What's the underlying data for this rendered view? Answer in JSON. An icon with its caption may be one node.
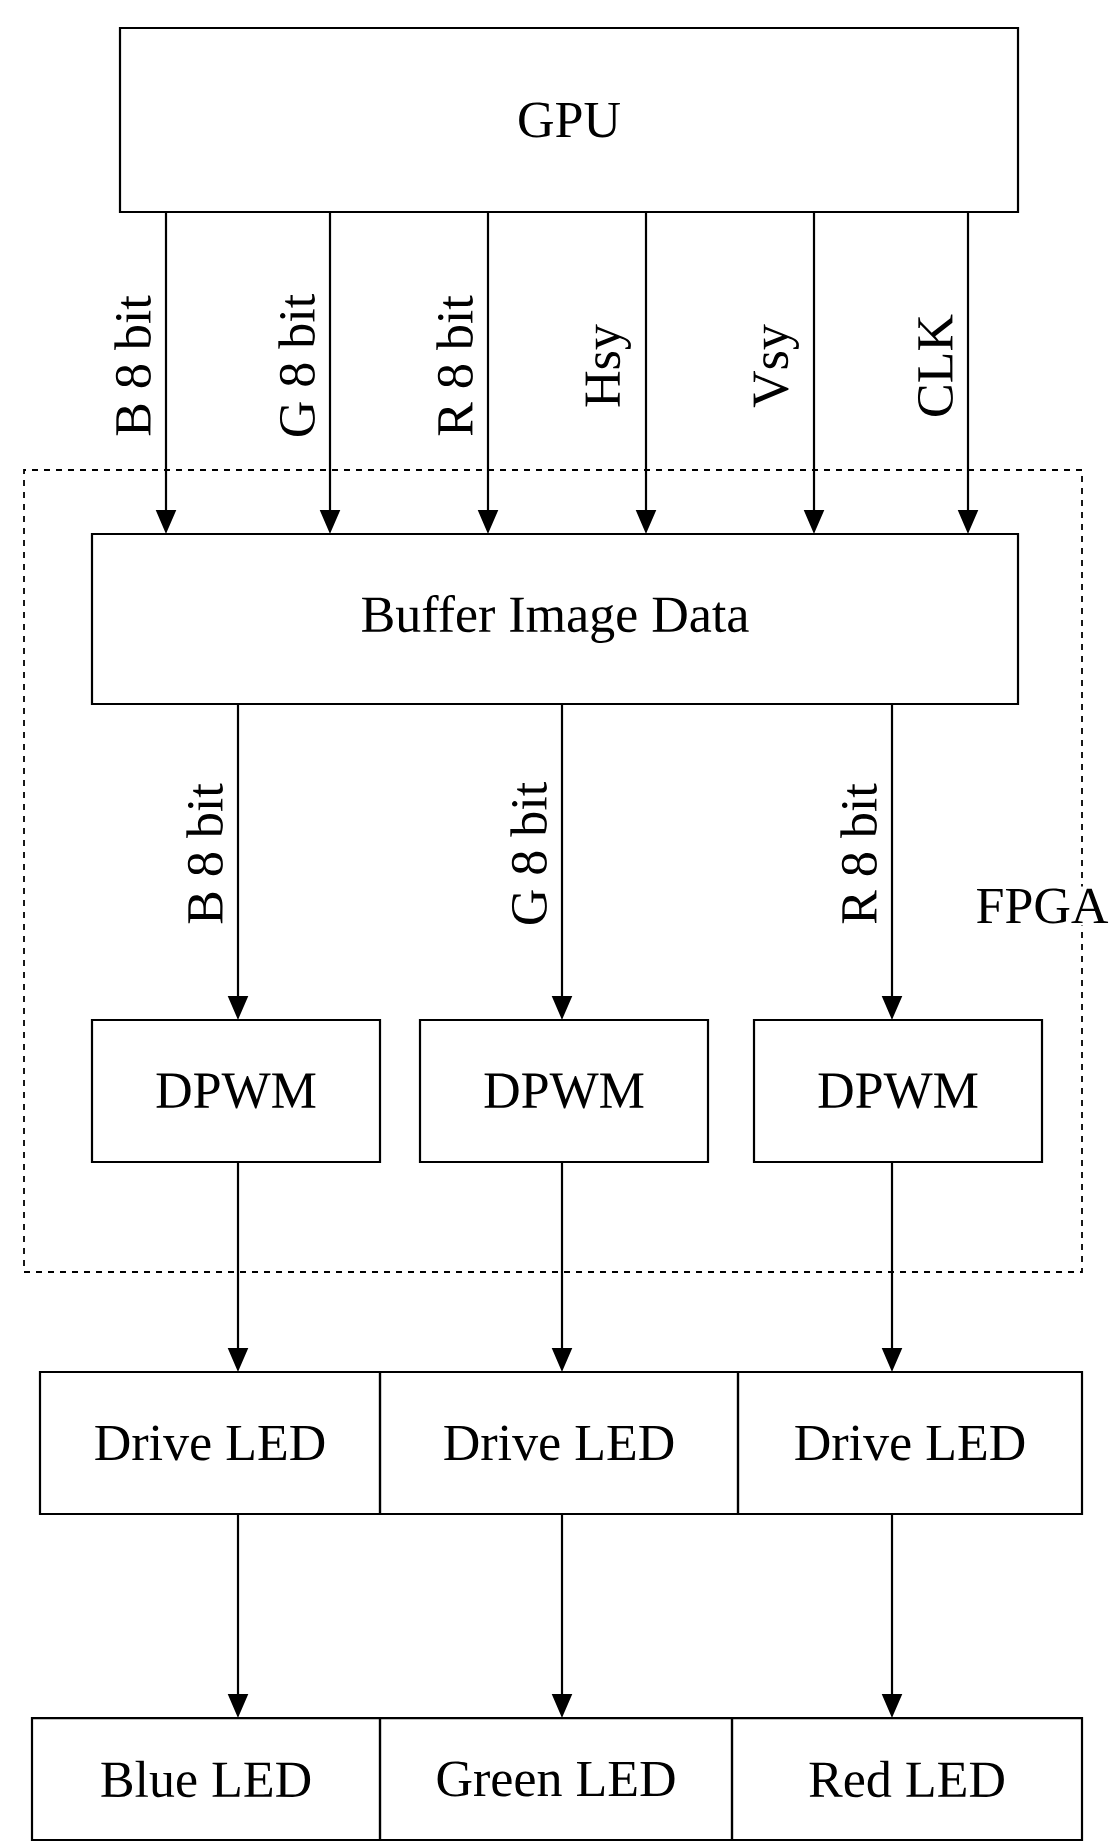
{
  "diagram": {
    "nodes": [
      {
        "text": [
          "GPU"
        ]
      },
      {
        "text": [
          "FPGA"
        ]
      },
      {
        "text": [
          "Buffer Image Data"
        ],
        "in": 1
      },
      {
        "text": [
          "DPWM"
        ],
        "in": 1
      },
      {
        "text": [
          "DPWM"
        ],
        "in": 1
      },
      {
        "text": [
          "DPWM"
        ],
        "in": 1
      },
      {
        "text": [
          "Drive LED"
        ]
      },
      {
        "text": [
          "Drive LED"
        ]
      },
      {
        "text": [
          "Drive LED"
        ]
      },
      {
        "text": [
          "Blue LED"
        ]
      },
      {
        "text": [
          "Green LED"
        ]
      },
      {
        "text": [
          "Red LED"
        ]
      }
    ],
    "edges": [
      {
        "from": 0,
        "to": 2,
        "arrow": "to",
        "label": "B 8 bit"
      },
      {
        "from": 0,
        "to": 2,
        "arrow": "to",
        "label": "G 8 bit"
      },
      {
        "from": 0,
        "to": 2,
        "arrow": "to",
        "label": "R 8 bit"
      },
      {
        "from": 0,
        "to": 2,
        "arrow": "to",
        "label": "Hsy"
      },
      {
        "from": 0,
        "to": 2,
        "arrow": "to",
        "label": "Vsy"
      },
      {
        "from": 0,
        "to": 2,
        "arrow": "to",
        "label": "CLK"
      },
      {
        "from": 2,
        "to": 3,
        "arrow": "to",
        "label": "B 8 bit"
      },
      {
        "from": 2,
        "to": 4,
        "arrow": "to",
        "label": "G 8 bit"
      },
      {
        "from": 2,
        "to": 5,
        "arrow": "to",
        "label": "R 8 bit"
      },
      {
        "from": 3,
        "to": 6,
        "arrow": "to"
      },
      {
        "from": 4,
        "to": 7,
        "arrow": "to"
      },
      {
        "from": 5,
        "to": 8,
        "arrow": "to"
      },
      {
        "from": 6,
        "to": 9,
        "arrow": "to"
      },
      {
        "from": 7,
        "to": 10,
        "arrow": "to"
      },
      {
        "from": 8,
        "to": 11,
        "arrow": "to"
      }
    ]
  }
}
